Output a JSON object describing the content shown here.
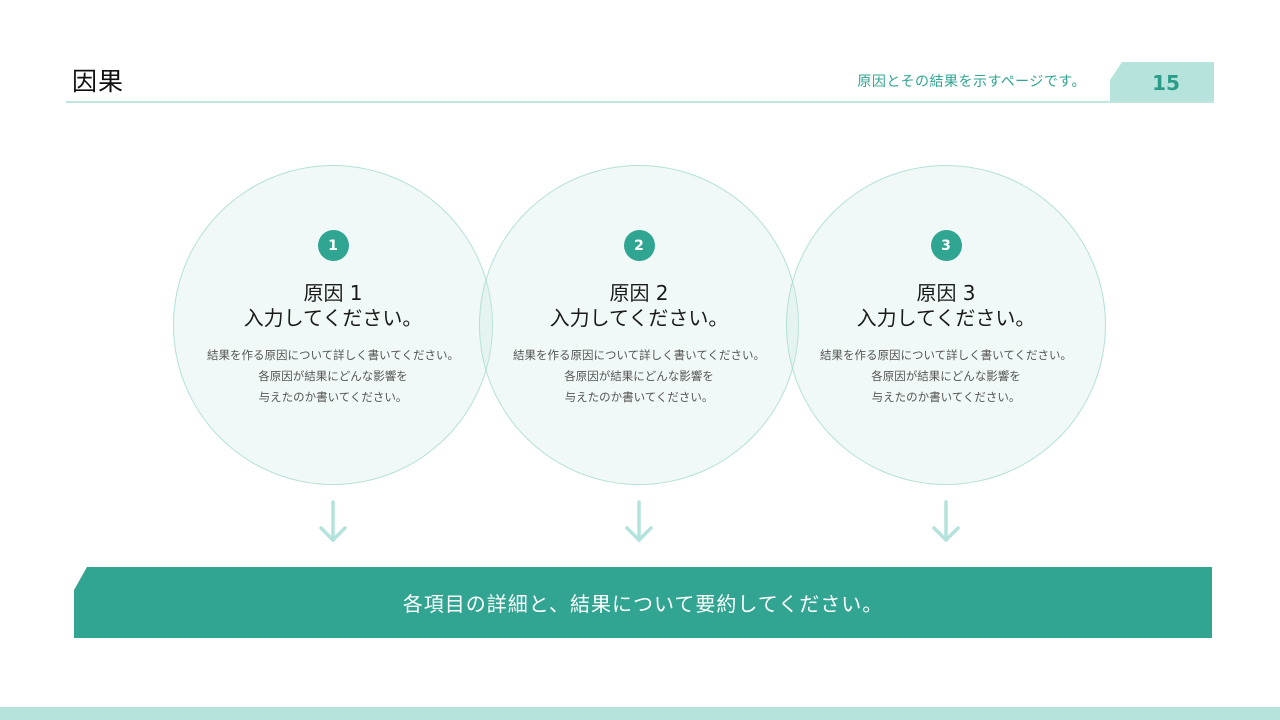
{
  "header": {
    "title": "因果",
    "subtitle": "原因とその結果を示すページです。",
    "page_number": "15"
  },
  "causes": [
    {
      "number": "1",
      "title_line1": "原因 1",
      "title_line2": "入力してください。",
      "desc_line1": "結果を作る原因について詳しく書いてください。",
      "desc_line2": "各原因が結果にどんな影響を",
      "desc_line3": "与えたのか書いてください。",
      "arrow_icon": "arrow-down"
    },
    {
      "number": "2",
      "title_line1": "原因 2",
      "title_line2": "入力してください。",
      "desc_line1": "結果を作る原因について詳しく書いてください。",
      "desc_line2": "各原因が結果にどんな影響を",
      "desc_line3": "与えたのか書いてください。",
      "arrow_icon": "arrow-down"
    },
    {
      "number": "3",
      "title_line1": "原因 3",
      "title_line2": "入力してください。",
      "desc_line1": "結果を作る原因について詳しく書いてください。",
      "desc_line2": "各原因が結果にどんな影響を",
      "desc_line3": "与えたのか書いてください。",
      "arrow_icon": "arrow-down"
    }
  ],
  "summary": {
    "text": "各項目の詳細と、結果について要約してください。"
  },
  "colors": {
    "accent": "#31a592",
    "accent_light": "#b6e4dd",
    "circle_border": "#a0d8ce",
    "arrow": "#b3e3dc"
  }
}
